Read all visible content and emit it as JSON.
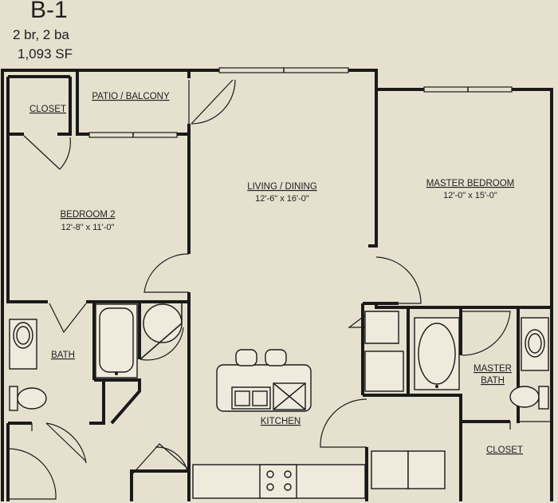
{
  "unit": {
    "name": "B-1",
    "beds_baths": "2 br, 2 ba",
    "area": "1,093 SF"
  },
  "rooms": {
    "closet_bed2": "CLOSET",
    "patio": "PATIO / BALCONY",
    "bedroom2": {
      "label": "BEDROOM 2",
      "dims": "12'-8\" x 11'-0\""
    },
    "living": {
      "label": "LIVING / DINING",
      "dims": "12'-6\" x 16'-0\""
    },
    "master_bedroom": {
      "label": "MASTER BEDROOM",
      "dims": "12'-0\" x 15'-0\""
    },
    "bath": "BATH",
    "kitchen": "KITCHEN",
    "master_bath_line1": "MASTER",
    "master_bath_line2": "BATH",
    "closet_master": "CLOSET"
  }
}
